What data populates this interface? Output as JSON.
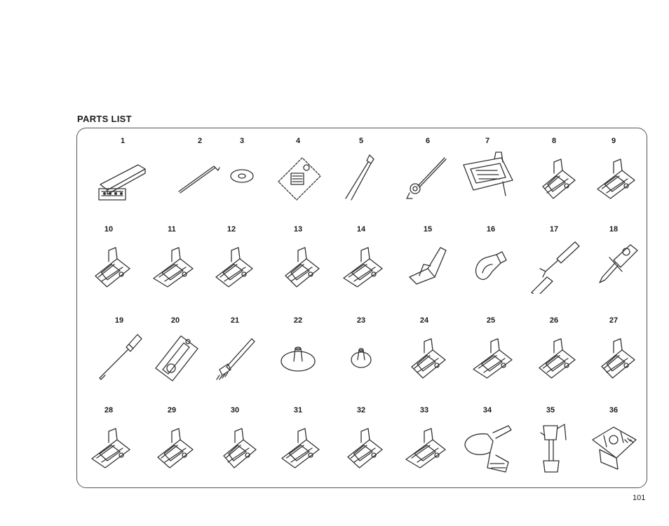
{
  "page": {
    "title": "PARTS LIST",
    "page_number": "101"
  },
  "parts": [
    {
      "number": "1",
      "icon": "needle-case-icon"
    },
    {
      "number": "2",
      "icon": "hex-wrench-icon"
    },
    {
      "number": "3",
      "icon": "felt-washer-icon"
    },
    {
      "number": "4",
      "icon": "bobbin-pack-icon"
    },
    {
      "number": "5",
      "icon": "twin-needle-icon"
    },
    {
      "number": "6",
      "icon": "spool-pin-icon"
    },
    {
      "number": "7",
      "icon": "buttonhole-foot-icon"
    },
    {
      "number": "8",
      "icon": "presser-foot-icon"
    },
    {
      "number": "9",
      "icon": "presser-foot-icon"
    },
    {
      "number": "10",
      "icon": "presser-foot-icon"
    },
    {
      "number": "11",
      "icon": "presser-foot-icon"
    },
    {
      "number": "12",
      "icon": "presser-foot-icon"
    },
    {
      "number": "13",
      "icon": "presser-foot-icon"
    },
    {
      "number": "14",
      "icon": "presser-foot-icon"
    },
    {
      "number": "15",
      "icon": "guide-attachment-icon"
    },
    {
      "number": "16",
      "icon": "light-bulb-icon"
    },
    {
      "number": "17",
      "icon": "seam-ripper-icon"
    },
    {
      "number": "18",
      "icon": "screwdriver-tool-icon"
    },
    {
      "number": "19",
      "icon": "screwdriver-icon"
    },
    {
      "number": "20",
      "icon": "blister-pack-icon"
    },
    {
      "number": "21",
      "icon": "lint-brush-icon"
    },
    {
      "number": "22",
      "icon": "spool-cap-large-icon"
    },
    {
      "number": "23",
      "icon": "spool-cap-small-icon"
    },
    {
      "number": "24",
      "icon": "presser-foot-icon"
    },
    {
      "number": "25",
      "icon": "presser-foot-icon"
    },
    {
      "number": "26",
      "icon": "presser-foot-icon"
    },
    {
      "number": "27",
      "icon": "presser-foot-icon"
    },
    {
      "number": "28",
      "icon": "presser-foot-icon"
    },
    {
      "number": "29",
      "icon": "presser-foot-icon"
    },
    {
      "number": "30",
      "icon": "presser-foot-icon"
    },
    {
      "number": "31",
      "icon": "presser-foot-icon"
    },
    {
      "number": "32",
      "icon": "presser-foot-icon"
    },
    {
      "number": "33",
      "icon": "presser-foot-icon"
    },
    {
      "number": "34",
      "icon": "walking-foot-icon"
    },
    {
      "number": "35",
      "icon": "darning-foot-icon"
    },
    {
      "number": "36",
      "icon": "ruffler-icon"
    }
  ]
}
